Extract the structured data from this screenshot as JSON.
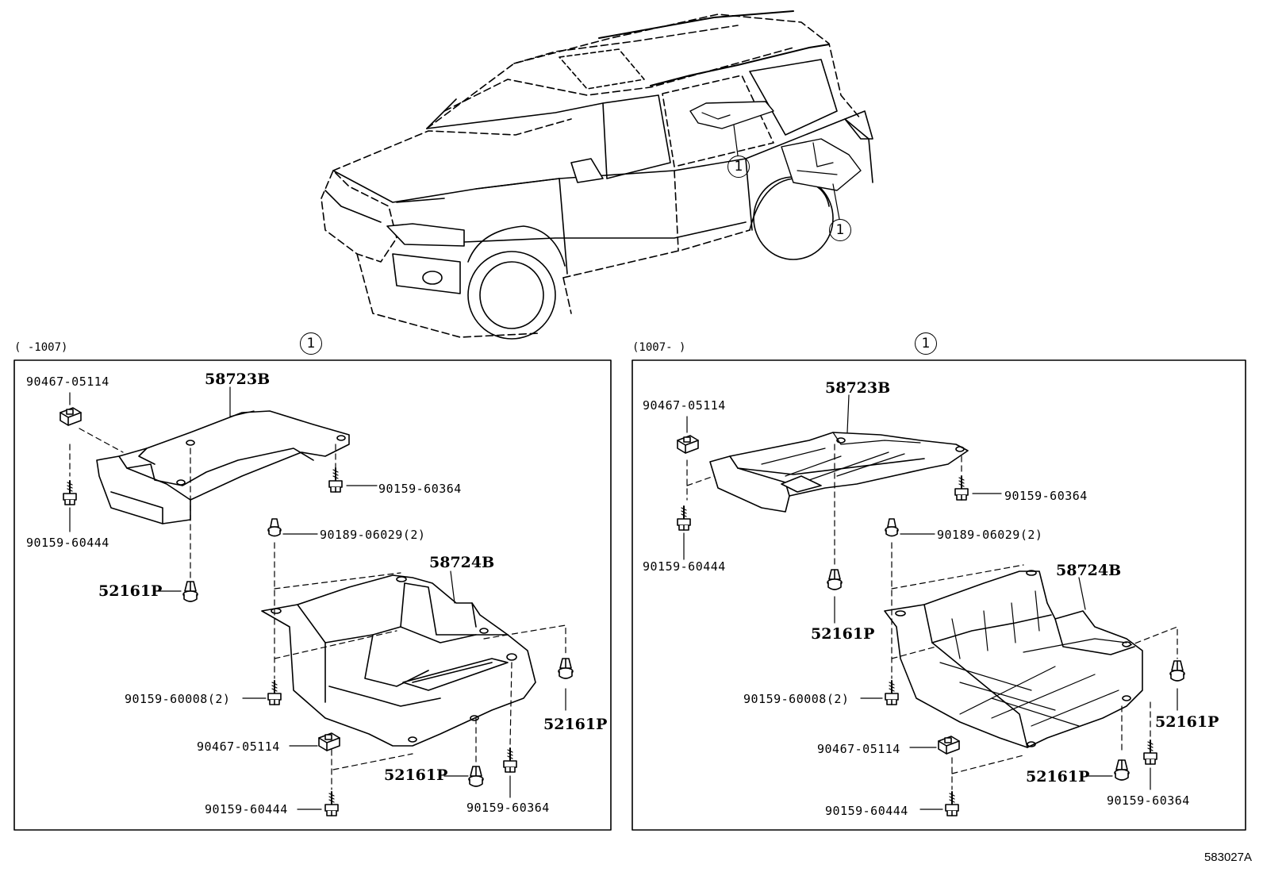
{
  "callout_mark": "1",
  "vehicle": {
    "callouts": [
      "1",
      "1"
    ]
  },
  "left_panel": {
    "range": "(     -1007)",
    "callout": "1",
    "labels": {
      "clip_top": "90467-05114",
      "part_upper": "58723B",
      "bolt_upper_right": "90159-60364",
      "bolt_upper_left": "90159-60444",
      "rivet_top": "90189-06029(2)",
      "part_lower": "58724B",
      "clip_left": "52161P",
      "bolt_mid": "90159-60008(2)",
      "clip_right": "52161P",
      "clip_bottom_nut": "90467-05114",
      "clip_bottom": "52161P",
      "bolt_bottom_left": "90159-60444",
      "bolt_bottom_right": "90159-60364"
    }
  },
  "right_panel": {
    "range": "(1007-     )",
    "callout": "1",
    "labels": {
      "clip_top": "90467-05114",
      "part_upper": "58723B",
      "bolt_upper_right": "90159-60364",
      "bolt_upper_left": "90159-60444",
      "rivet_top": "90189-06029(2)",
      "part_lower": "58724B",
      "clip_left": "52161P",
      "bolt_mid": "90159-60008(2)",
      "clip_right": "52161P",
      "clip_bottom_nut": "90467-05114",
      "clip_bottom": "52161P",
      "bolt_bottom_left": "90159-60444",
      "bolt_bottom_right": "90159-60364"
    }
  },
  "diagram_code": "583027A"
}
